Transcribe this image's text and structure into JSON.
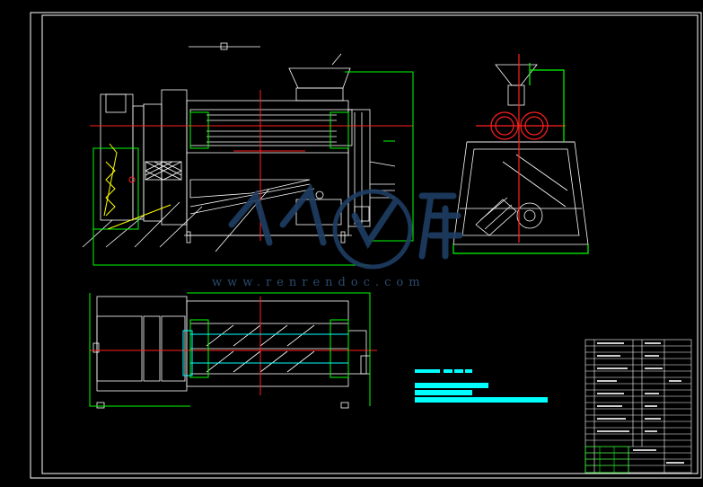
{
  "watermark": {
    "url": "www.renrendoc.com",
    "logo_text": "人人文库"
  },
  "colors": {
    "background": "#000000",
    "line": "#ffffff",
    "dimension": "#00ff00",
    "centerline": "#ff2020",
    "highlight": "#00ffff",
    "section": "#ffff00",
    "watermark": "#1f3e63"
  },
  "title_block": {
    "rows": 22,
    "columns": 4
  }
}
